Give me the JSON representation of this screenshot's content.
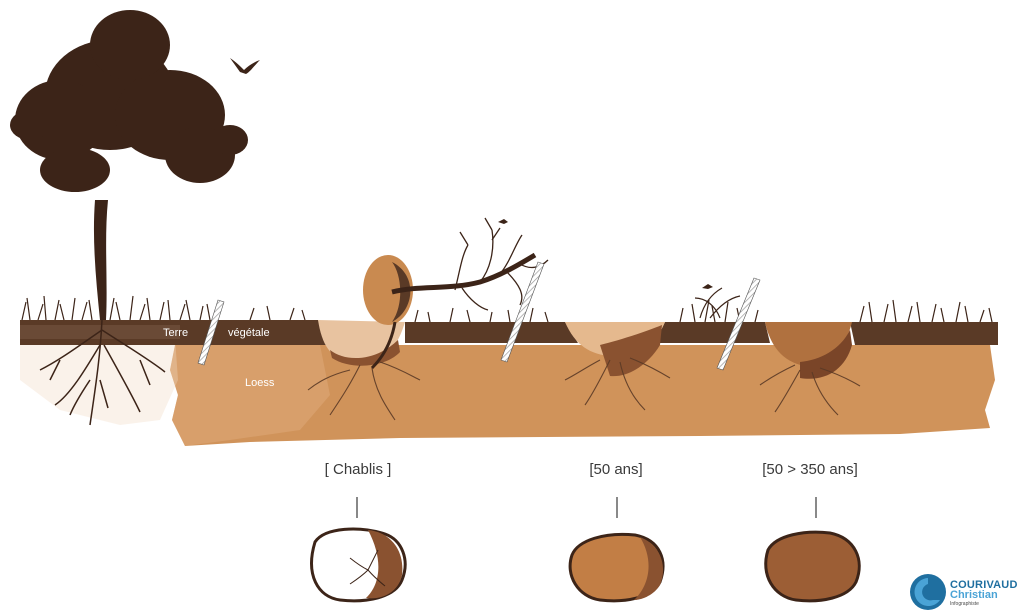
{
  "labels": {
    "topsoil_left": "Terre",
    "topsoil_right": "végétale",
    "loess": "Loess"
  },
  "stages": [
    {
      "caption": "[ Chablis ]"
    },
    {
      "caption": "[50 ans]"
    },
    {
      "caption": "[50 > 350  ans]"
    }
  ],
  "logo": {
    "line1": "COURIVAUD",
    "line2": "Christian",
    "line3": "Infographiste"
  },
  "colors": {
    "loess": "#d0935a",
    "loess_light": "#e2b080",
    "topsoil": "#5a3a26",
    "tree": "#3c2418",
    "pit_fill_dark": "#8a5230",
    "pit_fill_mid": "#b0713f",
    "logo_dark": "#1f6fa0",
    "logo_light": "#4aa3d6"
  }
}
